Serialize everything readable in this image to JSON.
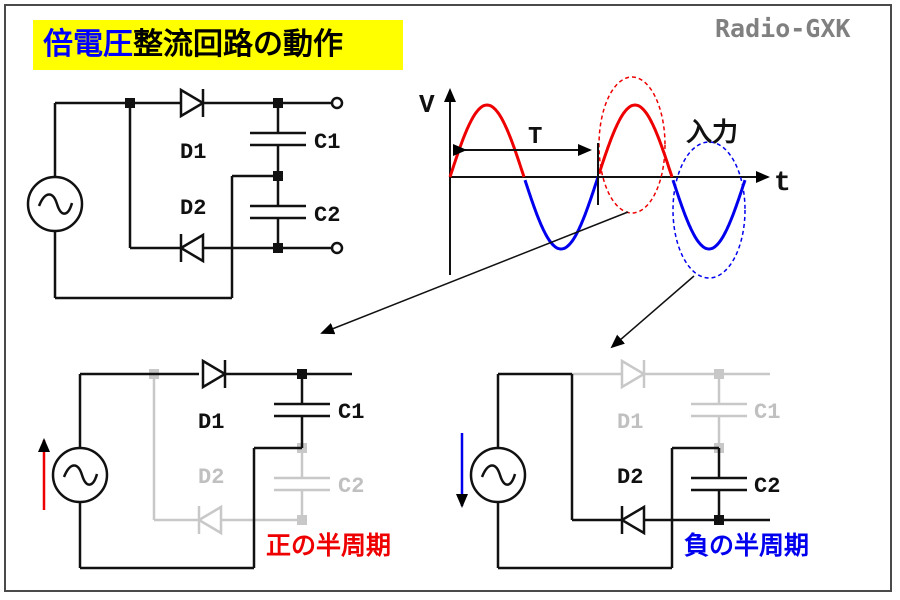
{
  "title": {
    "part1": "倍電圧",
    "part2": "整流回路の動作",
    "part1_color": "#0000ff"
  },
  "brand": "Radio-GXK",
  "circuit": {
    "d1": "D1",
    "d2": "D2",
    "c1": "C1",
    "c2": "C2"
  },
  "waveform": {
    "v_axis": "V",
    "t_axis": "t",
    "period": "T",
    "input_label": "入力",
    "positive_color": "#ee0000",
    "negative_color": "#0000ee"
  },
  "positive_half": {
    "label": "正の半周期",
    "color": "#ee0000"
  },
  "negative_half": {
    "label": "負の半周期",
    "color": "#0000ee"
  }
}
